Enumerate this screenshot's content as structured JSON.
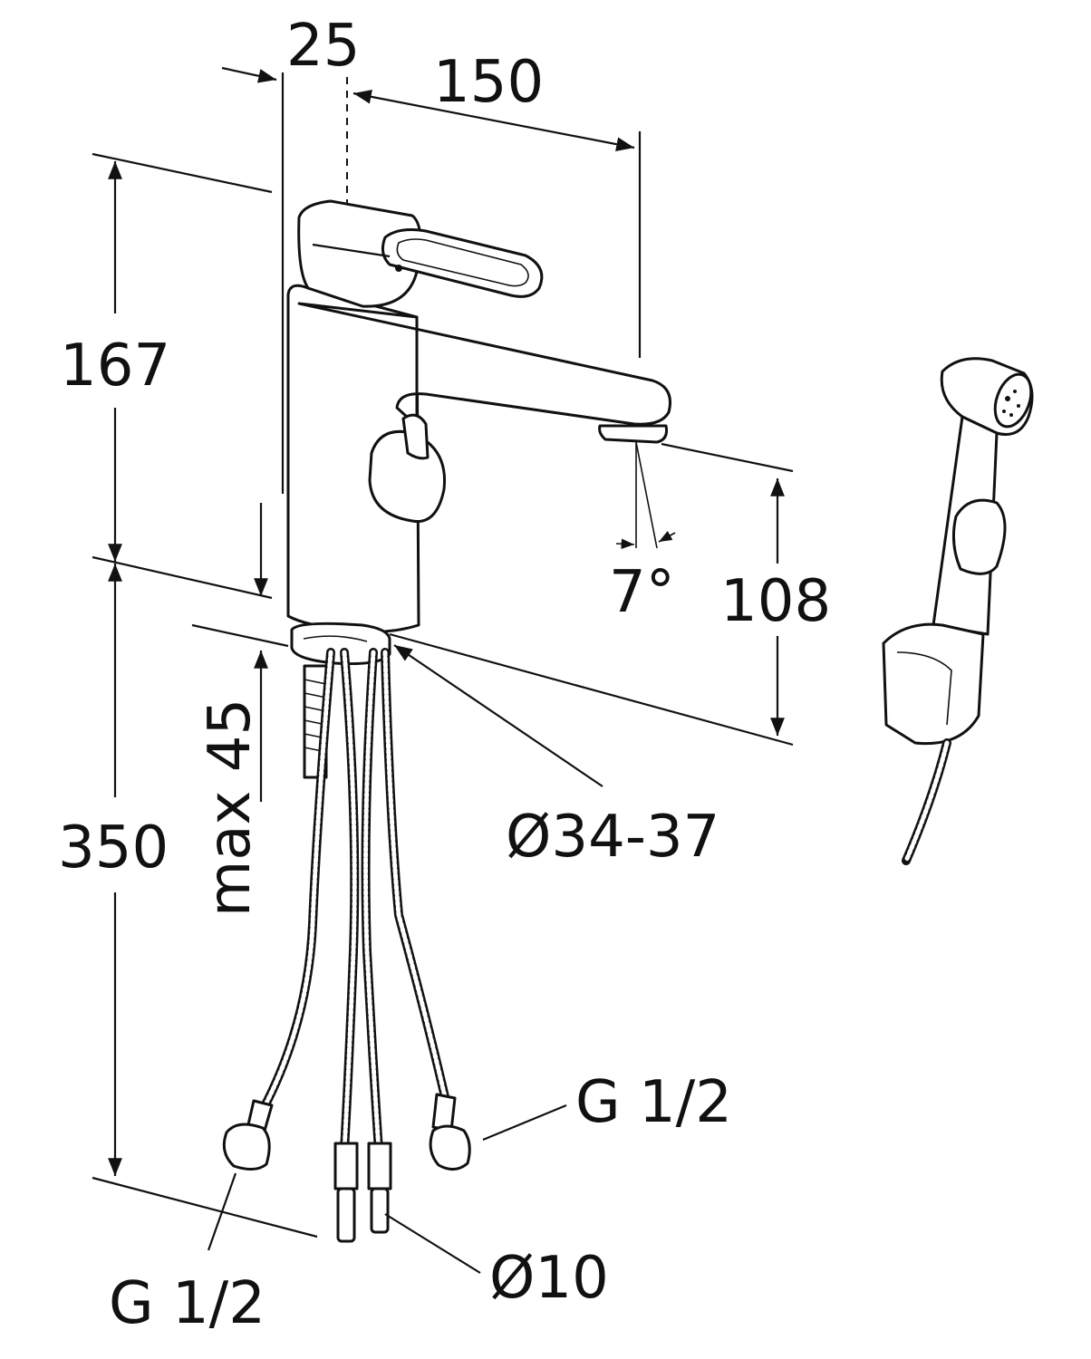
{
  "dimensions": {
    "top_offset": "25",
    "spout_reach": "150",
    "body_height": "167",
    "spout_height": "108",
    "spray_angle": "7°",
    "hose_length": "350",
    "max_deck": "max 45",
    "hole_diameter": "Ø34-37",
    "connector_right": "G 1/2",
    "connector_left": "G 1/2",
    "pipe_diameter": "Ø10"
  },
  "colors": {
    "stroke": "#111111",
    "background": "#ffffff"
  }
}
